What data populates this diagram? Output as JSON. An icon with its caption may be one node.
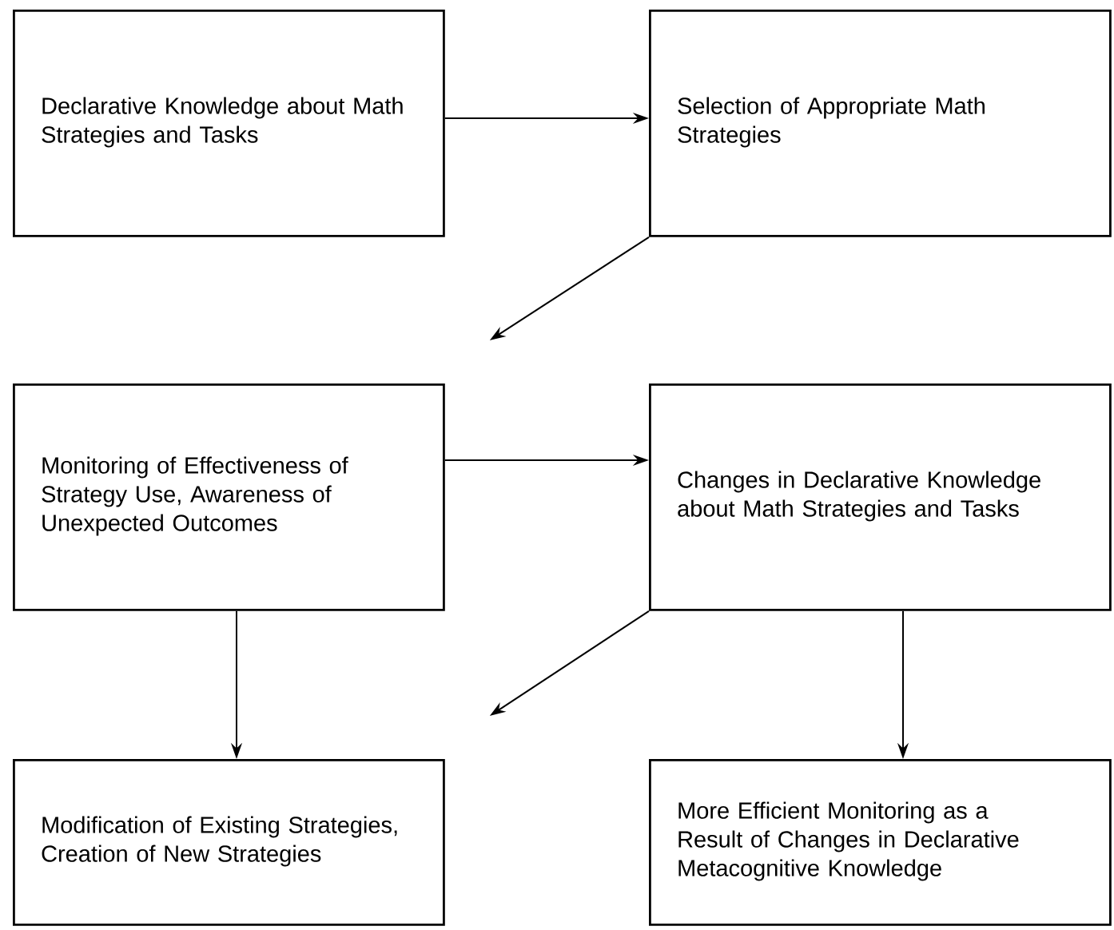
{
  "diagram": {
    "nodes": [
      {
        "text": [
          "Declarative Knowledge about Math Strategies and Tasks"
        ]
      },
      {
        "text": [
          "Selection of Appropriate Math Strategies"
        ]
      },
      {
        "text": [
          "Monitoring of Effectiveness of Strategy Use, Awareness of Unexpected Outcomes"
        ]
      },
      {
        "text": [
          "Changes in Declarative Knowledge about Math Strategies and Tasks"
        ]
      },
      {
        "text": [
          "Modification of Existing Strategies, Creation of New Strategies"
        ]
      },
      {
        "text": [
          "More Efficient Monitoring as a Result of Changes in Declarative Metacognitive Knowledge"
        ]
      }
    ],
    "edges": [
      {
        "from": 0,
        "to": 1,
        "arrow": "to"
      },
      {
        "from": 1,
        "to": 2,
        "arrow": "to"
      },
      {
        "from": 2,
        "to": 3,
        "arrow": "to"
      },
      {
        "from": 2,
        "to": 4,
        "arrow": "to"
      },
      {
        "from": 3,
        "to": 4,
        "arrow": "to"
      },
      {
        "from": 3,
        "to": 5,
        "arrow": "to"
      }
    ]
  }
}
